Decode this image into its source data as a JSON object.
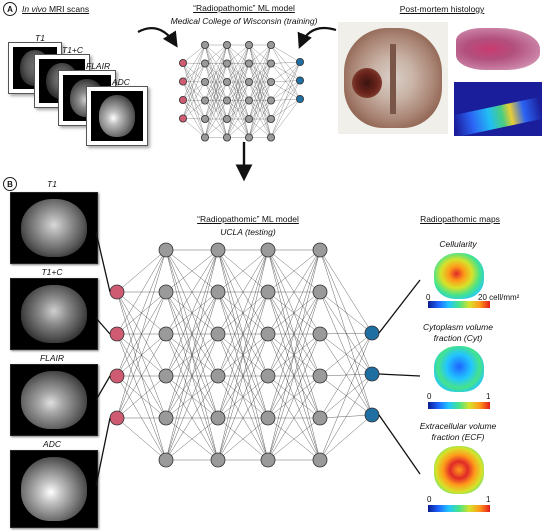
{
  "panel_a": {
    "badge": "A",
    "mri_title_italic": "In vivo",
    "mri_title_rest": " MRI scans",
    "scan_labels": [
      "T1",
      "T1+C",
      "FLAIR",
      "ADC"
    ],
    "model_title": "“Radiopathomic” ML model",
    "model_subtitle": "Medical College of Wisconsin (training)",
    "histology_title": "Post-mortem histology"
  },
  "panel_b": {
    "badge": "B",
    "scan_labels": [
      "T1",
      "T1+C",
      "FLAIR",
      "ADC"
    ],
    "model_title": "“Radiopathomic” ML model",
    "model_subtitle": "UCLA (testing)",
    "maps_title": "Radiopathomic maps",
    "maps": [
      {
        "title": "Cellularity",
        "min": "0",
        "max": "20 cell/mm²"
      },
      {
        "title": "Cytoplasm volume\nfraction (Cyt)",
        "min": "0",
        "max": "1"
      },
      {
        "title": "Extracellular volume\nfraction (ECF)",
        "min": "0",
        "max": "1"
      }
    ]
  },
  "colors": {
    "input_node": "#cf5b72",
    "hidden_node": "#9a9a9a",
    "output_node": "#1f6fa3",
    "edge": "#333333"
  },
  "network": {
    "input_nodes": 4,
    "hidden_layers": 4,
    "hidden_nodes_per_layer": 6,
    "output_nodes": 3
  }
}
